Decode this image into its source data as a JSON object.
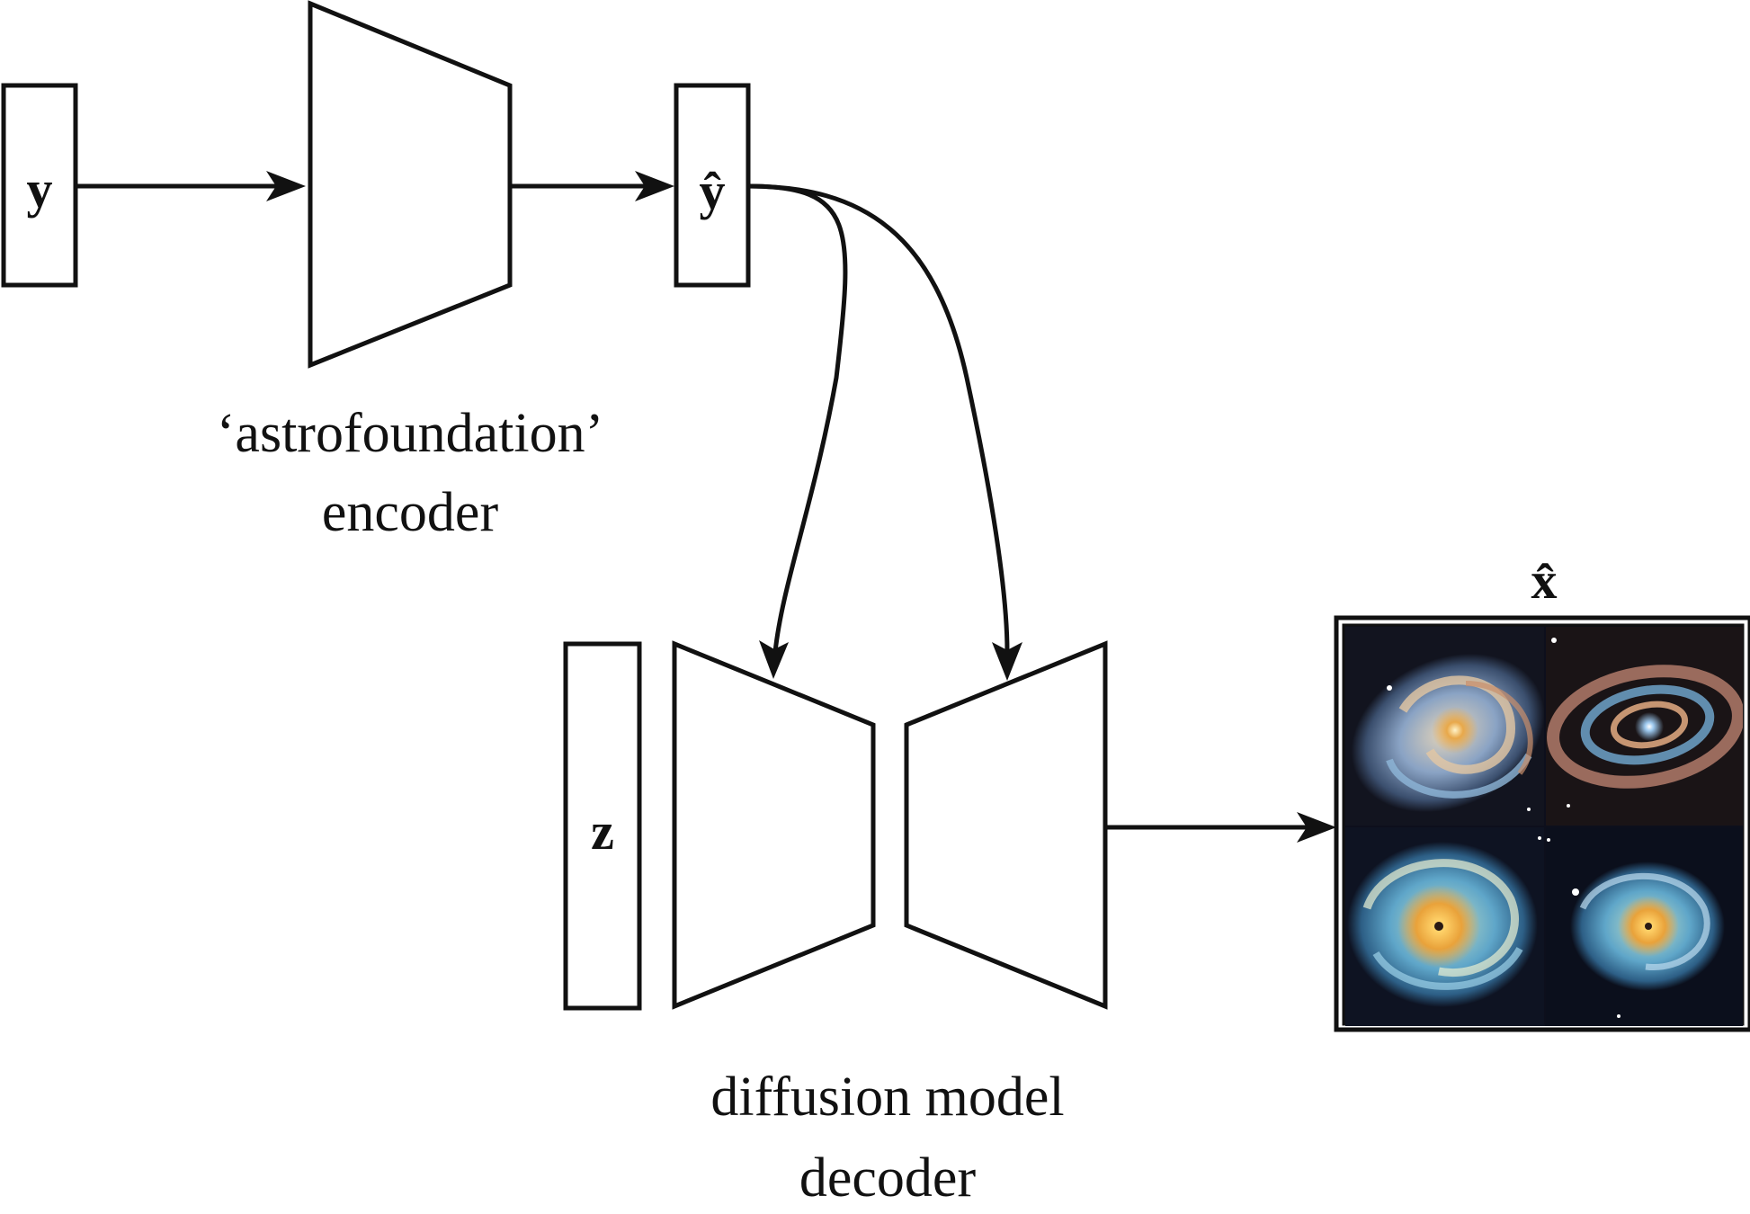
{
  "inputs": {
    "y_label": "y",
    "y_hat_label": "ŷ",
    "z_label": "z"
  },
  "encoder": {
    "caption_line1": "‘astrofoundation’",
    "caption_line2": "encoder"
  },
  "decoder": {
    "caption_line1": "diffusion model",
    "caption_line2": "decoder"
  },
  "output": {
    "x_hat_label": "x̂",
    "panels": [
      {
        "name": "galaxy-panel-top-left"
      },
      {
        "name": "galaxy-panel-top-right"
      },
      {
        "name": "galaxy-panel-bottom-left"
      },
      {
        "name": "galaxy-panel-bottom-right"
      }
    ]
  },
  "colors": {
    "stroke": "#111111",
    "background": "#ffffff",
    "galaxy_core": "#f2b544",
    "galaxy_arms": "#7fb3d5",
    "space": "#0d0f1c"
  }
}
